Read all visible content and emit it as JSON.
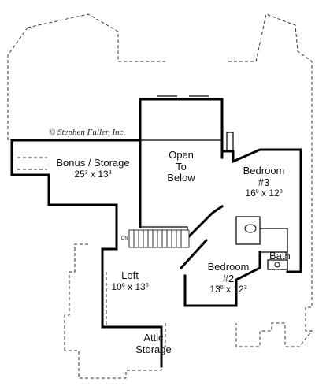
{
  "copyright": "© Stephen Fuller, Inc.",
  "stair_marker": "DN",
  "rooms": {
    "bonus": {
      "name": "Bonus / Storage",
      "w": "25",
      "w_sup": "3",
      "x": "x",
      "h": "13",
      "h_sup": "3"
    },
    "open": {
      "line1": "Open",
      "line2": "To",
      "line3": "Below"
    },
    "bed3": {
      "line1": "Bedroom",
      "line2": "#3",
      "w": "16",
      "w_sup": "0",
      "x": "x",
      "h": "12",
      "h_sup": "0"
    },
    "loft": {
      "name": "Loft",
      "w": "10",
      "w_sup": "6",
      "x": "x",
      "h": "13",
      "h_sup": "6"
    },
    "bed2": {
      "line1": "Bedroom",
      "line2": "#2",
      "w": "13",
      "w_sup": "6",
      "x": "x",
      "h": "12",
      "h_sup": "3"
    },
    "bath": {
      "name": "Bath"
    },
    "attic": {
      "line1": "Attic",
      "line2": "Storage"
    }
  }
}
